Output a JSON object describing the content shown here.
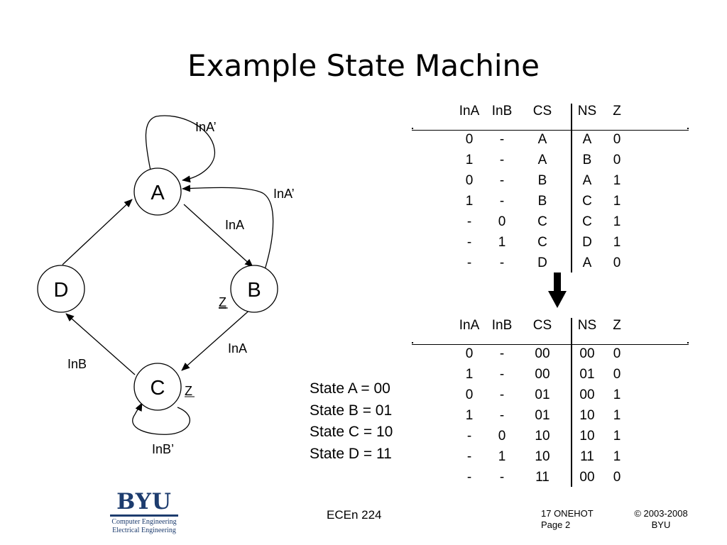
{
  "title": "Example State Machine",
  "diagram": {
    "states": [
      "A",
      "B",
      "C",
      "D"
    ],
    "transitions": [
      {
        "from": "A",
        "to": "A",
        "label": "InA’"
      },
      {
        "from": "A",
        "to": "B",
        "label": "InA"
      },
      {
        "from": "B",
        "to": "A",
        "label": "InA’"
      },
      {
        "from": "B",
        "to": "C",
        "label": "InA"
      },
      {
        "from": "C",
        "to": "C",
        "label": "InB’"
      },
      {
        "from": "C",
        "to": "D",
        "label": "InB"
      },
      {
        "from": "D",
        "to": "A",
        "label": ""
      }
    ],
    "outputs": {
      "B": "Z",
      "C": "Z"
    }
  },
  "table_symbolic": {
    "headers": [
      "InA",
      "InB",
      "CS",
      "NS",
      "Z"
    ],
    "rows": [
      [
        "0",
        "-",
        "A",
        "A",
        "0"
      ],
      [
        "1",
        "-",
        "A",
        "B",
        "0"
      ],
      [
        "0",
        "-",
        "B",
        "A",
        "1"
      ],
      [
        "1",
        "-",
        "B",
        "C",
        "1"
      ],
      [
        "-",
        "0",
        "C",
        "C",
        "1"
      ],
      [
        "-",
        "1",
        "C",
        "D",
        "1"
      ],
      [
        "-",
        "-",
        "D",
        "A",
        "0"
      ]
    ]
  },
  "table_encoded": {
    "headers": [
      "InA",
      "InB",
      "CS",
      "NS",
      "Z"
    ],
    "rows": [
      [
        "0",
        "-",
        "00",
        "00",
        "0"
      ],
      [
        "1",
        "-",
        "00",
        "01",
        "0"
      ],
      [
        "0",
        "-",
        "01",
        "00",
        "1"
      ],
      [
        "1",
        "-",
        "01",
        "10",
        "1"
      ],
      [
        "-",
        "0",
        "10",
        "10",
        "1"
      ],
      [
        "-",
        "1",
        "10",
        "11",
        "1"
      ],
      [
        "-",
        "-",
        "11",
        "00",
        "0"
      ]
    ]
  },
  "state_assignments": [
    "State A = 00",
    "State B = 01",
    "State C = 10",
    "State D = 11"
  ],
  "logo": {
    "word": "BYU",
    "line1": "Computer Engineering",
    "line2": "Electrical Engineering"
  },
  "footer": {
    "course": "ECEn 224",
    "page_line1": "17 ONEHOT",
    "page_line2": "Page 2",
    "copyright_line1": "© 2003-2008",
    "copyright_line2": "BYU"
  },
  "colors": {
    "logo_blue": "#1d3c6e"
  }
}
